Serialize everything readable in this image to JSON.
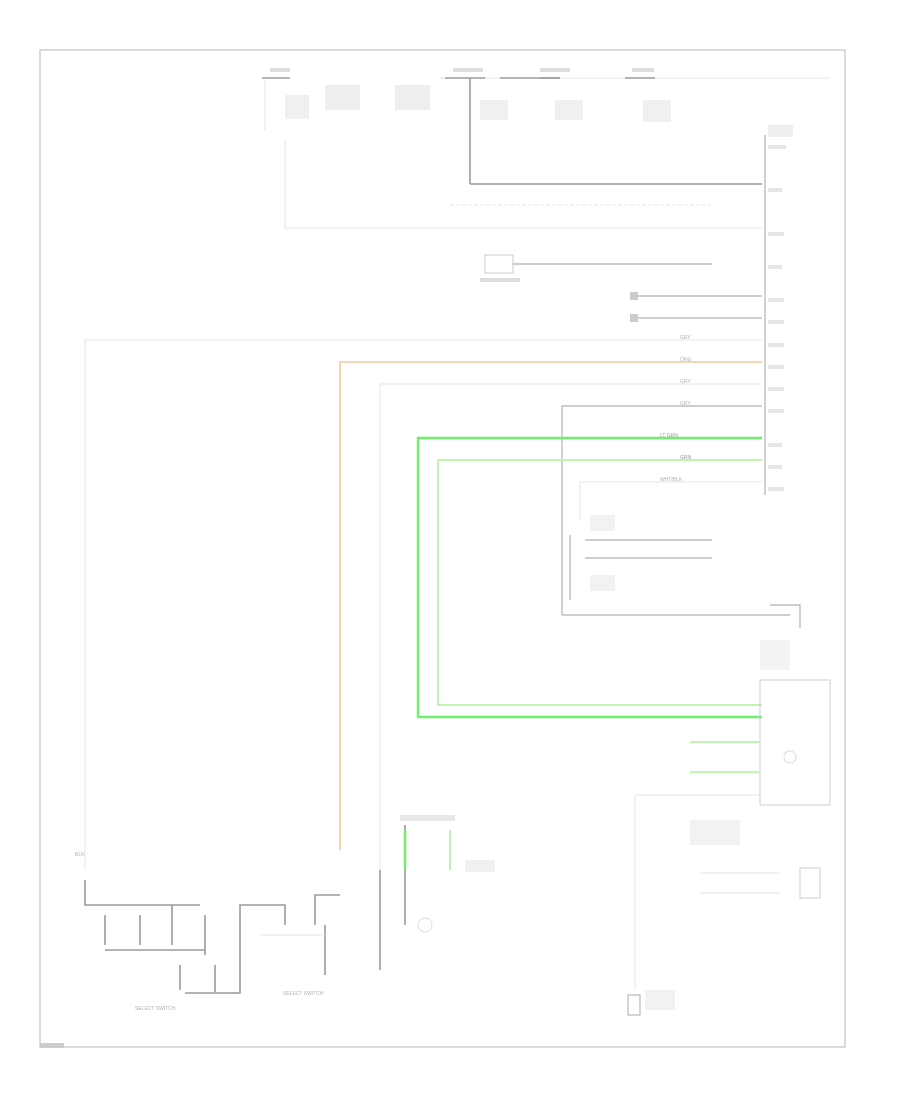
{
  "diagram": {
    "wire_labels": [
      "GRY",
      "ORG",
      "GRY",
      "GRY",
      "LT GRN",
      "GRN",
      "WHT/BLK",
      "BLK"
    ],
    "component_labels": [
      "SELECT SWITCH",
      "SELECT SWITCH"
    ],
    "colors": {
      "orange_wire": "#f3c79a",
      "green_wire": "#6ef06a",
      "light_green_wire": "#b8f5a8",
      "wire": "#bdbdbd"
    }
  }
}
